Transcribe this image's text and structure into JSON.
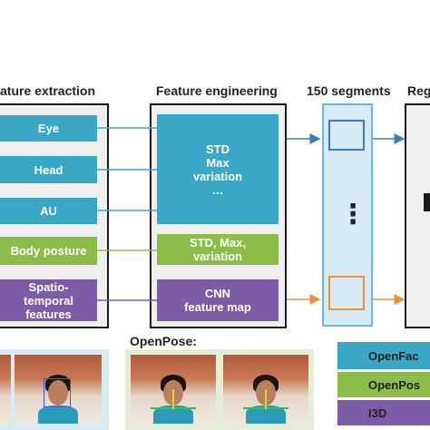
{
  "headers": {
    "feature_extraction": "ature extraction",
    "feature_engineering": "Feature engineering",
    "segments": "150 segments",
    "right_cut": "Reg"
  },
  "extraction_boxes": [
    {
      "label": "Eye",
      "color": "#3aa7c7"
    },
    {
      "label": "Head",
      "color": "#3aa7c7"
    },
    {
      "label": "AU",
      "color": "#3aa7c7"
    },
    {
      "label": "Body posture",
      "color": "#8cbd4a"
    },
    {
      "label": "Spatio-\ntemporal\nfeatures",
      "color": "#7b5ca6"
    }
  ],
  "engineering_boxes": [
    {
      "label": "STD\nMax\nvariation\n…",
      "color": "#3aa7c7"
    },
    {
      "label": "STD, Max,\nvariation",
      "color": "#8cbd4a"
    },
    {
      "label": "CNN\nfeature map",
      "color": "#7b5ca6"
    }
  ],
  "segments": {
    "ellipsis": "⋮",
    "top_border_color": "#3a7fb8",
    "bottom_border_color": "#f0903a"
  },
  "openpose_label": "OpenPose:",
  "legend": [
    {
      "label": "OpenFac",
      "color": "#3aa7c7"
    },
    {
      "label": "OpenPos",
      "color": "#8cbd4a"
    },
    {
      "label": "I3D",
      "color": "#7b5ca6"
    }
  ],
  "colors": {
    "blue": "#3aa7c7",
    "green": "#8cbd4a",
    "purple": "#7b5ca6",
    "arrow_blue": "#3a7fb8",
    "arrow_orange": "#f0903a"
  }
}
